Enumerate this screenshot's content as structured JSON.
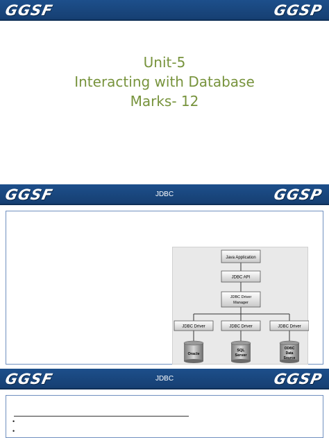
{
  "slide1": {
    "logo_left": "GGSF",
    "logo_right": "GGSP",
    "title_line1": "Unit-5",
    "title_line2": "Interacting with Database",
    "title_line3": "Marks- 12"
  },
  "slide2": {
    "logo_left": "GGSF",
    "logo_right": "GGSP",
    "heading": "JDBC",
    "diagram": {
      "java_application": "Java Application",
      "jdbc_api": "JDBC API",
      "driver_manager_line1": "JDBC Driver",
      "driver_manager_line2": "Manager",
      "drivers": [
        "JDBC Driver",
        "JDBC Driver",
        "JDBC Driver"
      ],
      "db_oracle": "Oracle",
      "db_sql_line1": "SQL",
      "db_sql_line2": "Server",
      "db_odbc_line1": "ODBC",
      "db_odbc_line2": "Data",
      "db_odbc_line3": "Source"
    }
  },
  "slide3": {
    "logo_left": "GGSF",
    "logo_right": "GGSP",
    "heading": "JDBC",
    "bullets": [
      "•",
      "•"
    ]
  }
}
